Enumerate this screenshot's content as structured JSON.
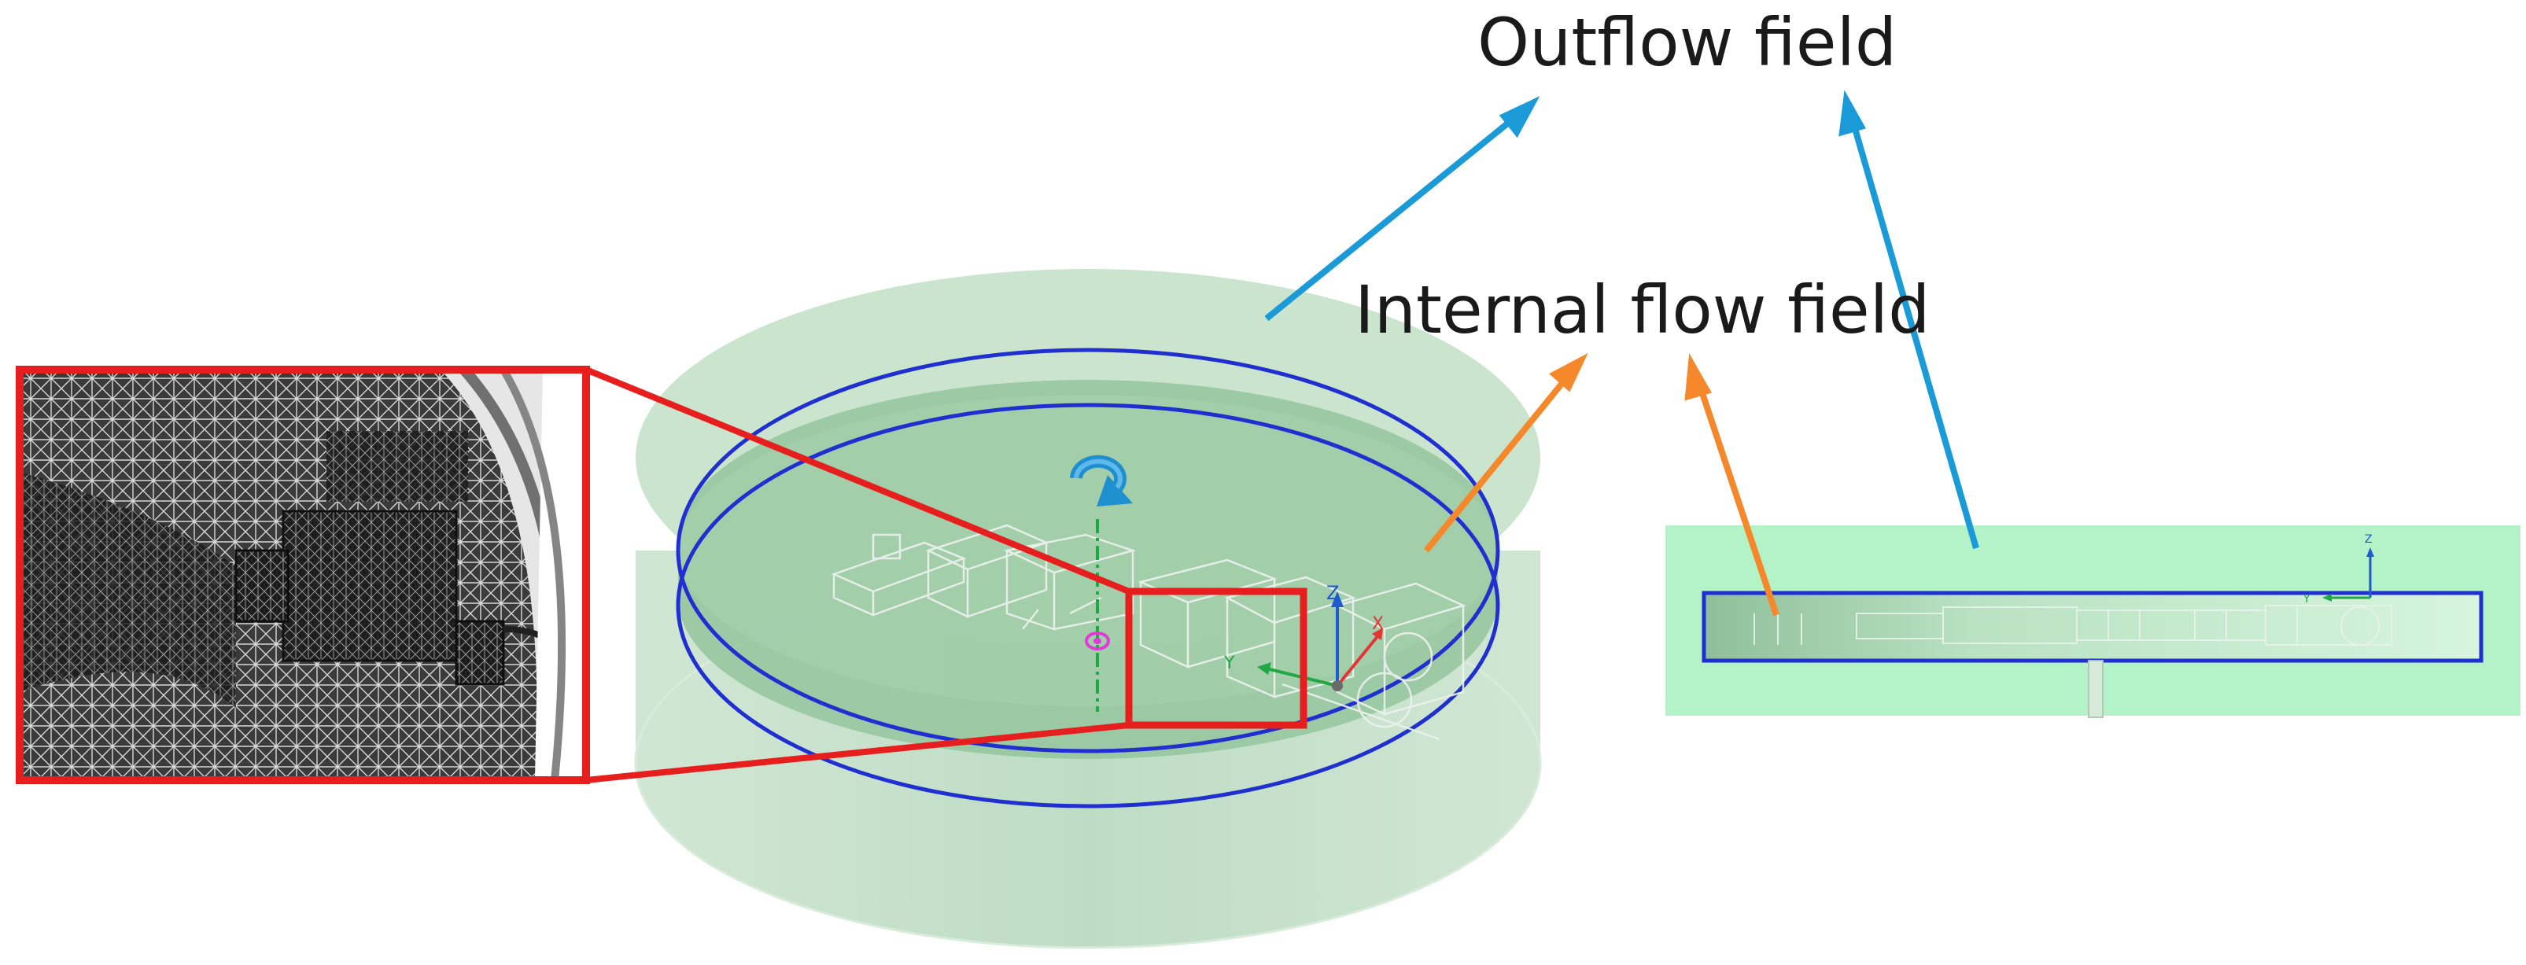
{
  "labels": {
    "outflow": "Outflow field",
    "internal": "Internal flow field"
  },
  "axes": {
    "z": "Z",
    "x": "X",
    "y": "Y"
  },
  "colors": {
    "outflow_arrow": "#1a9bd7",
    "internal_arrow": "#f5882b",
    "highlight_box": "#e61e1e",
    "ellipse_ring": "#1f2fd0",
    "fluid_light": "#cfe6d2",
    "fluid_mid": "#9fcaa6",
    "side_panel": "#b4f2c8",
    "mesh_dark": "#111111"
  },
  "icons": {
    "rotation": "rotation-arrow-icon",
    "axis_triad": "axis-triad-icon"
  }
}
